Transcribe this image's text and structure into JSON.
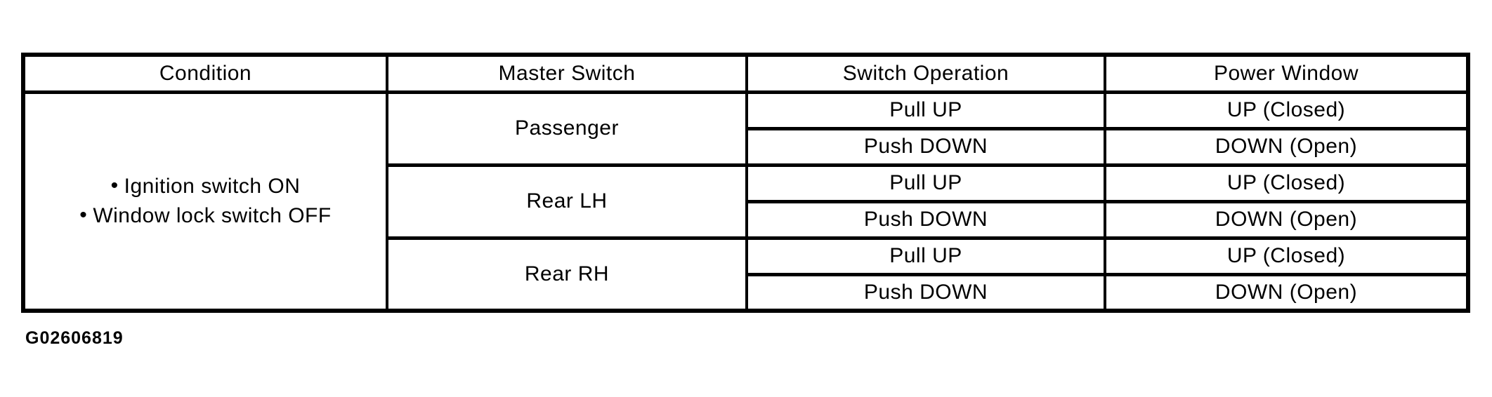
{
  "table": {
    "bullet": "•",
    "headers": [
      "Condition",
      "Master Switch",
      "Switch Operation",
      "Power Window"
    ],
    "condition_items": [
      "Ignition switch ON",
      "Window lock switch OFF"
    ],
    "groups": [
      {
        "master_switch": "Passenger",
        "rows": [
          {
            "switch_operation": "Pull UP",
            "power_window": "UP (Closed)"
          },
          {
            "switch_operation": "Push DOWN",
            "power_window": "DOWN (Open)"
          }
        ]
      },
      {
        "master_switch": "Rear LH",
        "rows": [
          {
            "switch_operation": "Pull UP",
            "power_window": "UP (Closed)"
          },
          {
            "switch_operation": "Push DOWN",
            "power_window": "DOWN (Open)"
          }
        ]
      },
      {
        "master_switch": "Rear RH",
        "rows": [
          {
            "switch_operation": "Pull UP",
            "power_window": "UP (Closed)"
          },
          {
            "switch_operation": "Push DOWN",
            "power_window": "DOWN (Open)"
          }
        ]
      }
    ]
  },
  "figure_id": "G02606819",
  "colors": {
    "border": "#000000",
    "text": "#000000",
    "background": "#ffffff"
  }
}
